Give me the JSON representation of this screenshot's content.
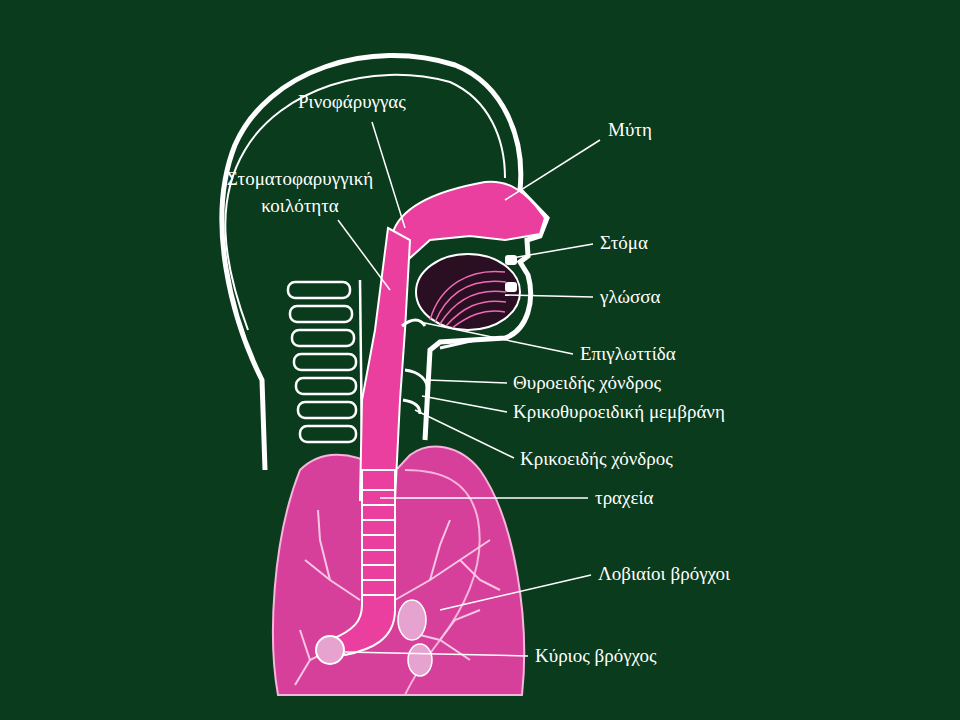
{
  "diagram": {
    "labels": [
      "Ρινοφάρυγγας",
      "Στοματοφαρυγγική κοιλότητα",
      "Μύτη",
      "Στόμα",
      "γλώσσα",
      "Επιγλωττίδα",
      "Θυροειδής χόνδρος",
      "Κρικοθυροειδική μεμβράνη",
      "Κρικοειδής χόνδρος",
      "τραχεία",
      "Λοβιαίοι βρόγχοι",
      "Κύριος βρόγχος"
    ]
  }
}
